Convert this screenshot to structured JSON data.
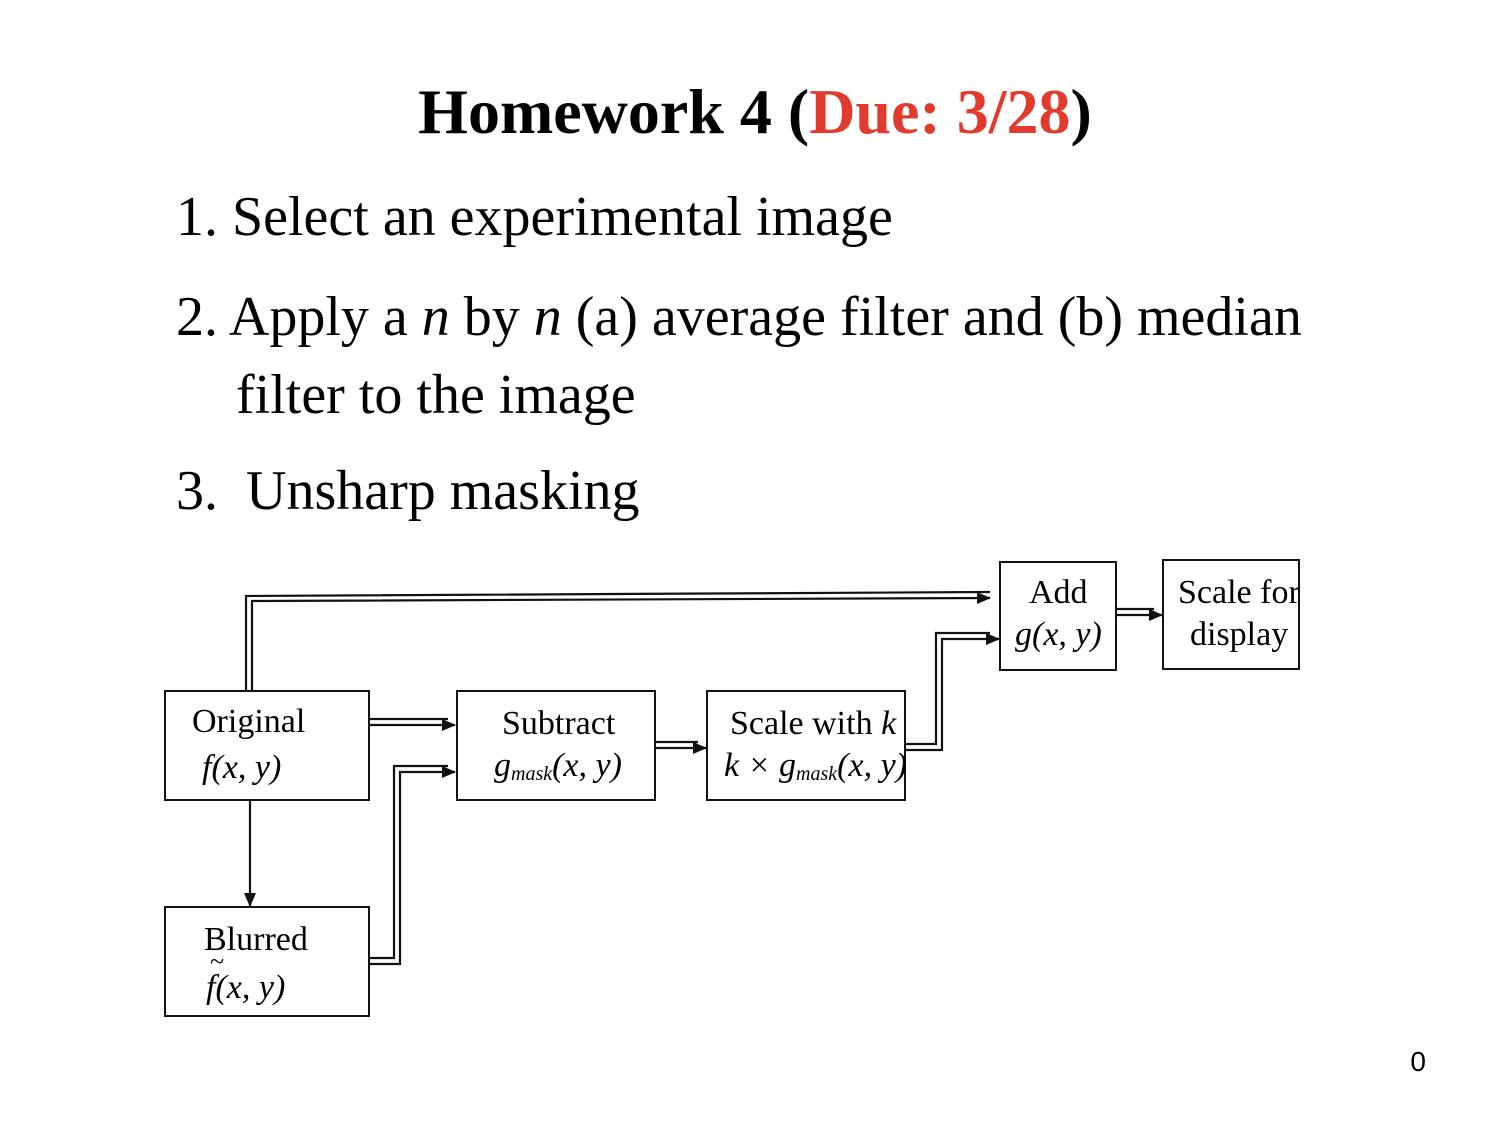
{
  "title": {
    "main": "Homework 4 (",
    "due": "Due: 3/28",
    "close": ")"
  },
  "items": [
    {
      "num": "1.",
      "text": "Select an experimental image"
    },
    {
      "num": "2.",
      "pre": "Apply a ",
      "n1": "n",
      "mid": " by ",
      "n2": "n",
      "post": " (a) average filter and (b) median",
      "cont": "filter to the image"
    },
    {
      "num": "3.",
      "text": "Unsharp masking"
    }
  ],
  "diagram": {
    "original": {
      "line1": "Original",
      "line2": "f(x, y)"
    },
    "blurred": {
      "line1": "Blurred",
      "line2": "f(x, y)",
      "tilde": "~"
    },
    "subtract": {
      "line1": "Subtract",
      "g": "g",
      "sub": "mask",
      "args": "(x, y)"
    },
    "scale_k": {
      "line1a": "Scale with ",
      "line1b": "k",
      "k": "k",
      "times": " × g",
      "sub": "mask",
      "args": "(x, y)"
    },
    "add": {
      "line1": "Add",
      "line2": "g(x, y)"
    },
    "display": {
      "line1": "Scale for",
      "line2": "display"
    }
  },
  "page_number": "0"
}
